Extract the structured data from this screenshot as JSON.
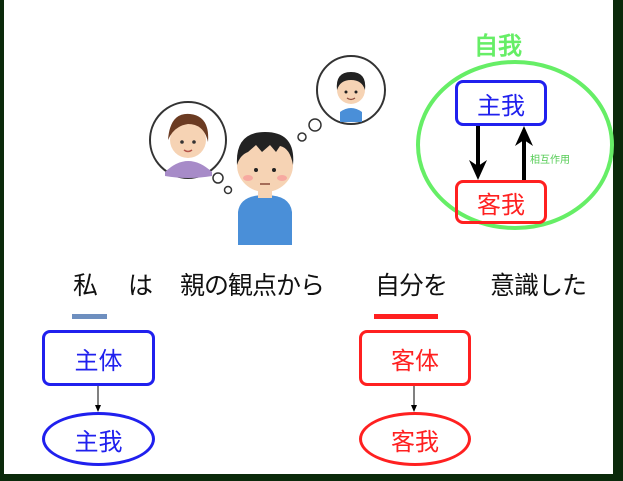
{
  "diagram": {
    "title": "自我",
    "top_box": "主我",
    "bottom_box": "客我",
    "interaction_label": "相互作用"
  },
  "sentence": {
    "w1": "私",
    "w2": "は",
    "w3": "親の観点から",
    "w4": "自分を",
    "w5": "意識した"
  },
  "left_branch": {
    "box": "主体",
    "ellipse": "主我"
  },
  "right_branch": {
    "box": "客体",
    "ellipse": "客我"
  },
  "colors": {
    "subject": "#2020ee",
    "object": "#ff2020",
    "self": "#66ee66",
    "frame": "#0b2a0b"
  }
}
